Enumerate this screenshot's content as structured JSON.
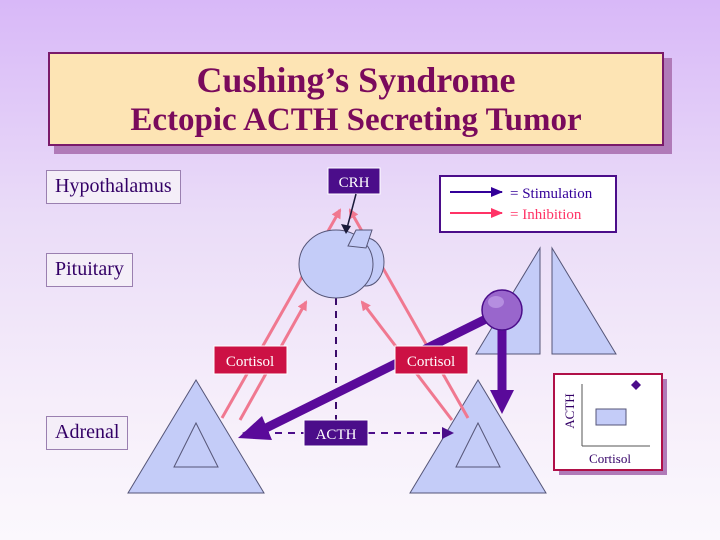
{
  "title": {
    "line1": "Cushing’s Syndrome",
    "line2": "Ectopic ACTH Secreting Tumor"
  },
  "levels": {
    "hypothalamus": "Hypothalamus",
    "pituitary": "Pituitary",
    "adrenal": "Adrenal"
  },
  "hormones": {
    "crh": "CRH",
    "acth": "ACTH",
    "cortisol_left": "Cortisol",
    "cortisol_right": "Cortisol"
  },
  "legend": {
    "stimulation": "= Stimulation",
    "inhibition": "= Inhibition",
    "stimulation_color": "#330099",
    "inhibition_color": "#ff3366"
  },
  "inset_plot": {
    "ylabel": "ACTH",
    "xlabel": "Cortisol"
  },
  "colors": {
    "title_text": "#7a0a5c",
    "title_bg": "#fde4b4",
    "gland_fill": "#c4ccf8",
    "tumor_fill": "#9966cc",
    "acth_arrow": "#5a0a9a",
    "cortisol_arrow": "#f07890",
    "cortisol_tag": "#cc1144",
    "dark_tag": "#4b0d8a"
  }
}
